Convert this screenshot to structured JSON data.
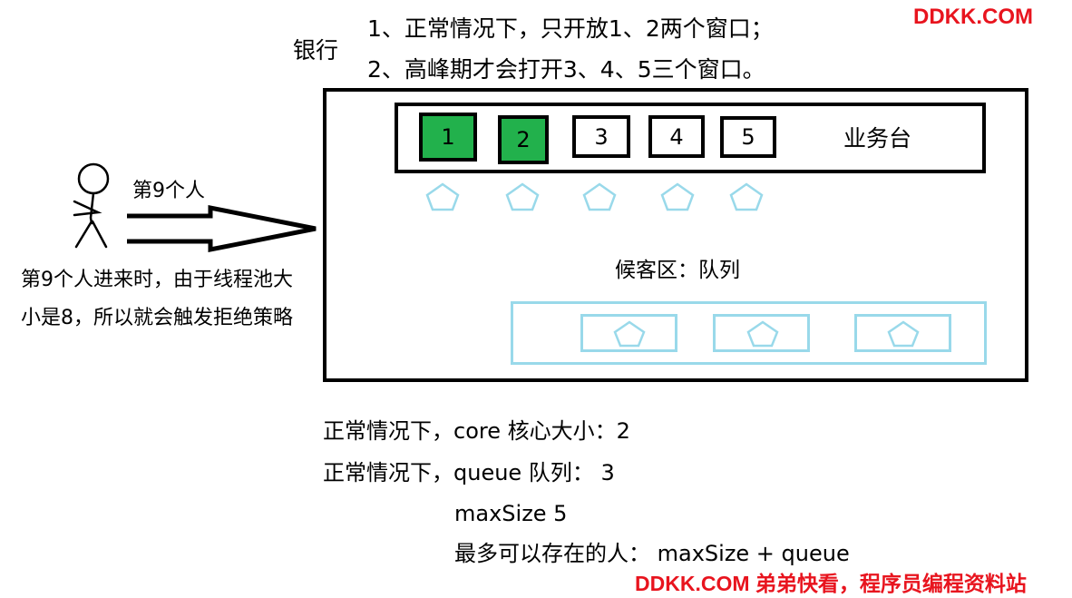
{
  "watermark_top": "DDKK.COM",
  "watermark_bottom": "DDKK.COM 弟弟快看，程序员编程资料站",
  "bank_label": "银行",
  "rules": {
    "line1": "1、正常情况下，只开放1、2两个窗口；",
    "line2": "2、高峰期才会打开3、4、5三个窗口。"
  },
  "counter": {
    "label": "业务台",
    "windows": [
      {
        "label": "1",
        "active": true
      },
      {
        "label": "2",
        "active": true
      },
      {
        "label": "3",
        "active": false
      },
      {
        "label": "4",
        "active": false
      },
      {
        "label": "5",
        "active": false
      }
    ],
    "active_color": "#22b14c"
  },
  "waiting_area_label": "候客区：队列",
  "person": {
    "arrow_label": "第9个人",
    "note_line1": "第9个人进来时，由于线程池大",
    "note_line2": "小是8，所以就会触发拒绝策略"
  },
  "notes": {
    "core": "正常情况下，core 核心大小：2",
    "queue": "正常情况下，queue 队列： 3",
    "max": "maxSize  5",
    "total": "最多可以存在的人： maxSize + queue"
  },
  "colors": {
    "pentagon": "#99d9ea",
    "watermark": "#e8141e"
  }
}
